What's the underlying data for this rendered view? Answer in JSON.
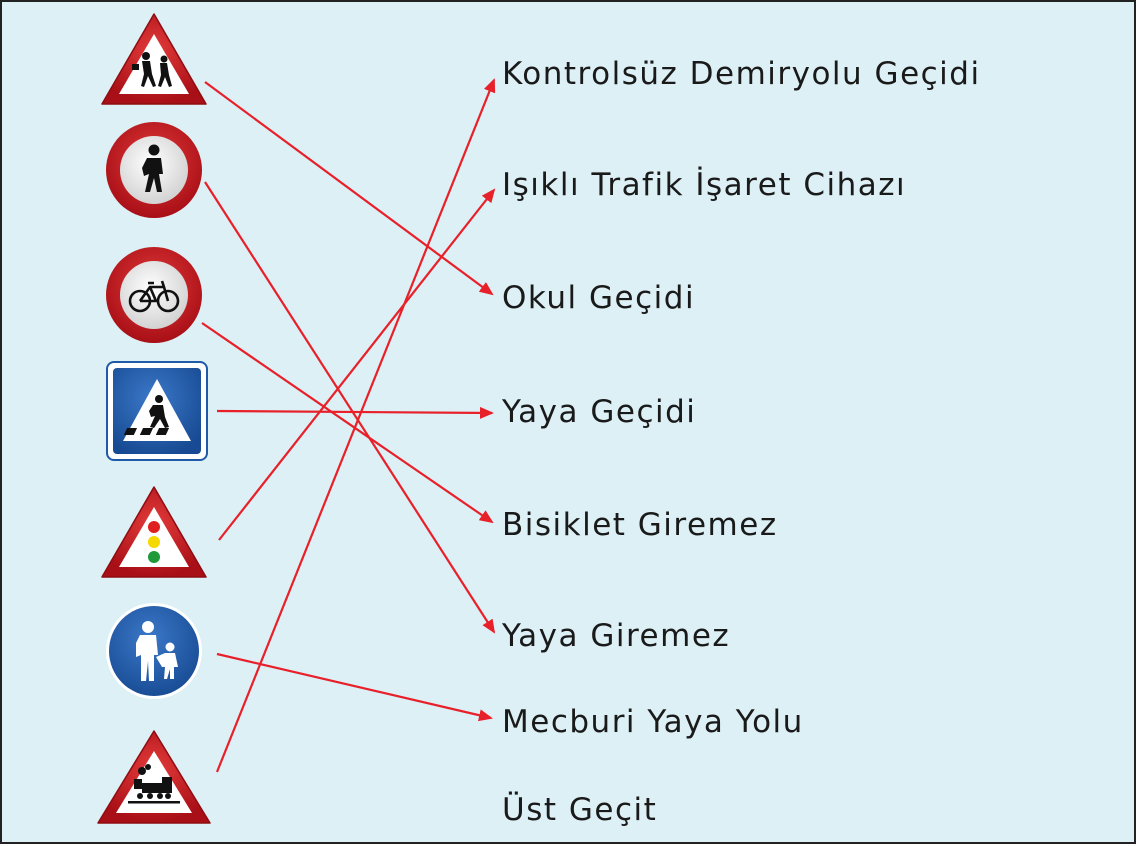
{
  "signs": [
    {
      "name": "school-crossing-sign-icon"
    },
    {
      "name": "no-pedestrians-sign-icon"
    },
    {
      "name": "no-bicycles-sign-icon"
    },
    {
      "name": "pedestrian-crossing-sign-icon"
    },
    {
      "name": "traffic-lights-sign-icon"
    },
    {
      "name": "pedestrian-path-sign-icon"
    },
    {
      "name": "railway-crossing-sign-icon"
    }
  ],
  "labels": [
    "Kontrolsüz Demiryolu Geçidi",
    "Işıklı Trafik İşaret Cihazı",
    "Okul Geçidi",
    "Yaya Geçidi",
    "Bisiklet Giremez",
    "Yaya Giremez",
    "Mecburi Yaya Yolu",
    "Üst Geçit"
  ],
  "matches": [
    {
      "sign": 0,
      "label": 2
    },
    {
      "sign": 1,
      "label": 5
    },
    {
      "sign": 2,
      "label": 4
    },
    {
      "sign": 3,
      "label": 3
    },
    {
      "sign": 4,
      "label": 1
    },
    {
      "sign": 5,
      "label": 6
    },
    {
      "sign": 6,
      "label": 0
    }
  ],
  "colors": {
    "background": "#dcf0f5",
    "arrow": "#e8202a",
    "sign_red": "#c8161e",
    "sign_blue": "#1f5aa8"
  }
}
